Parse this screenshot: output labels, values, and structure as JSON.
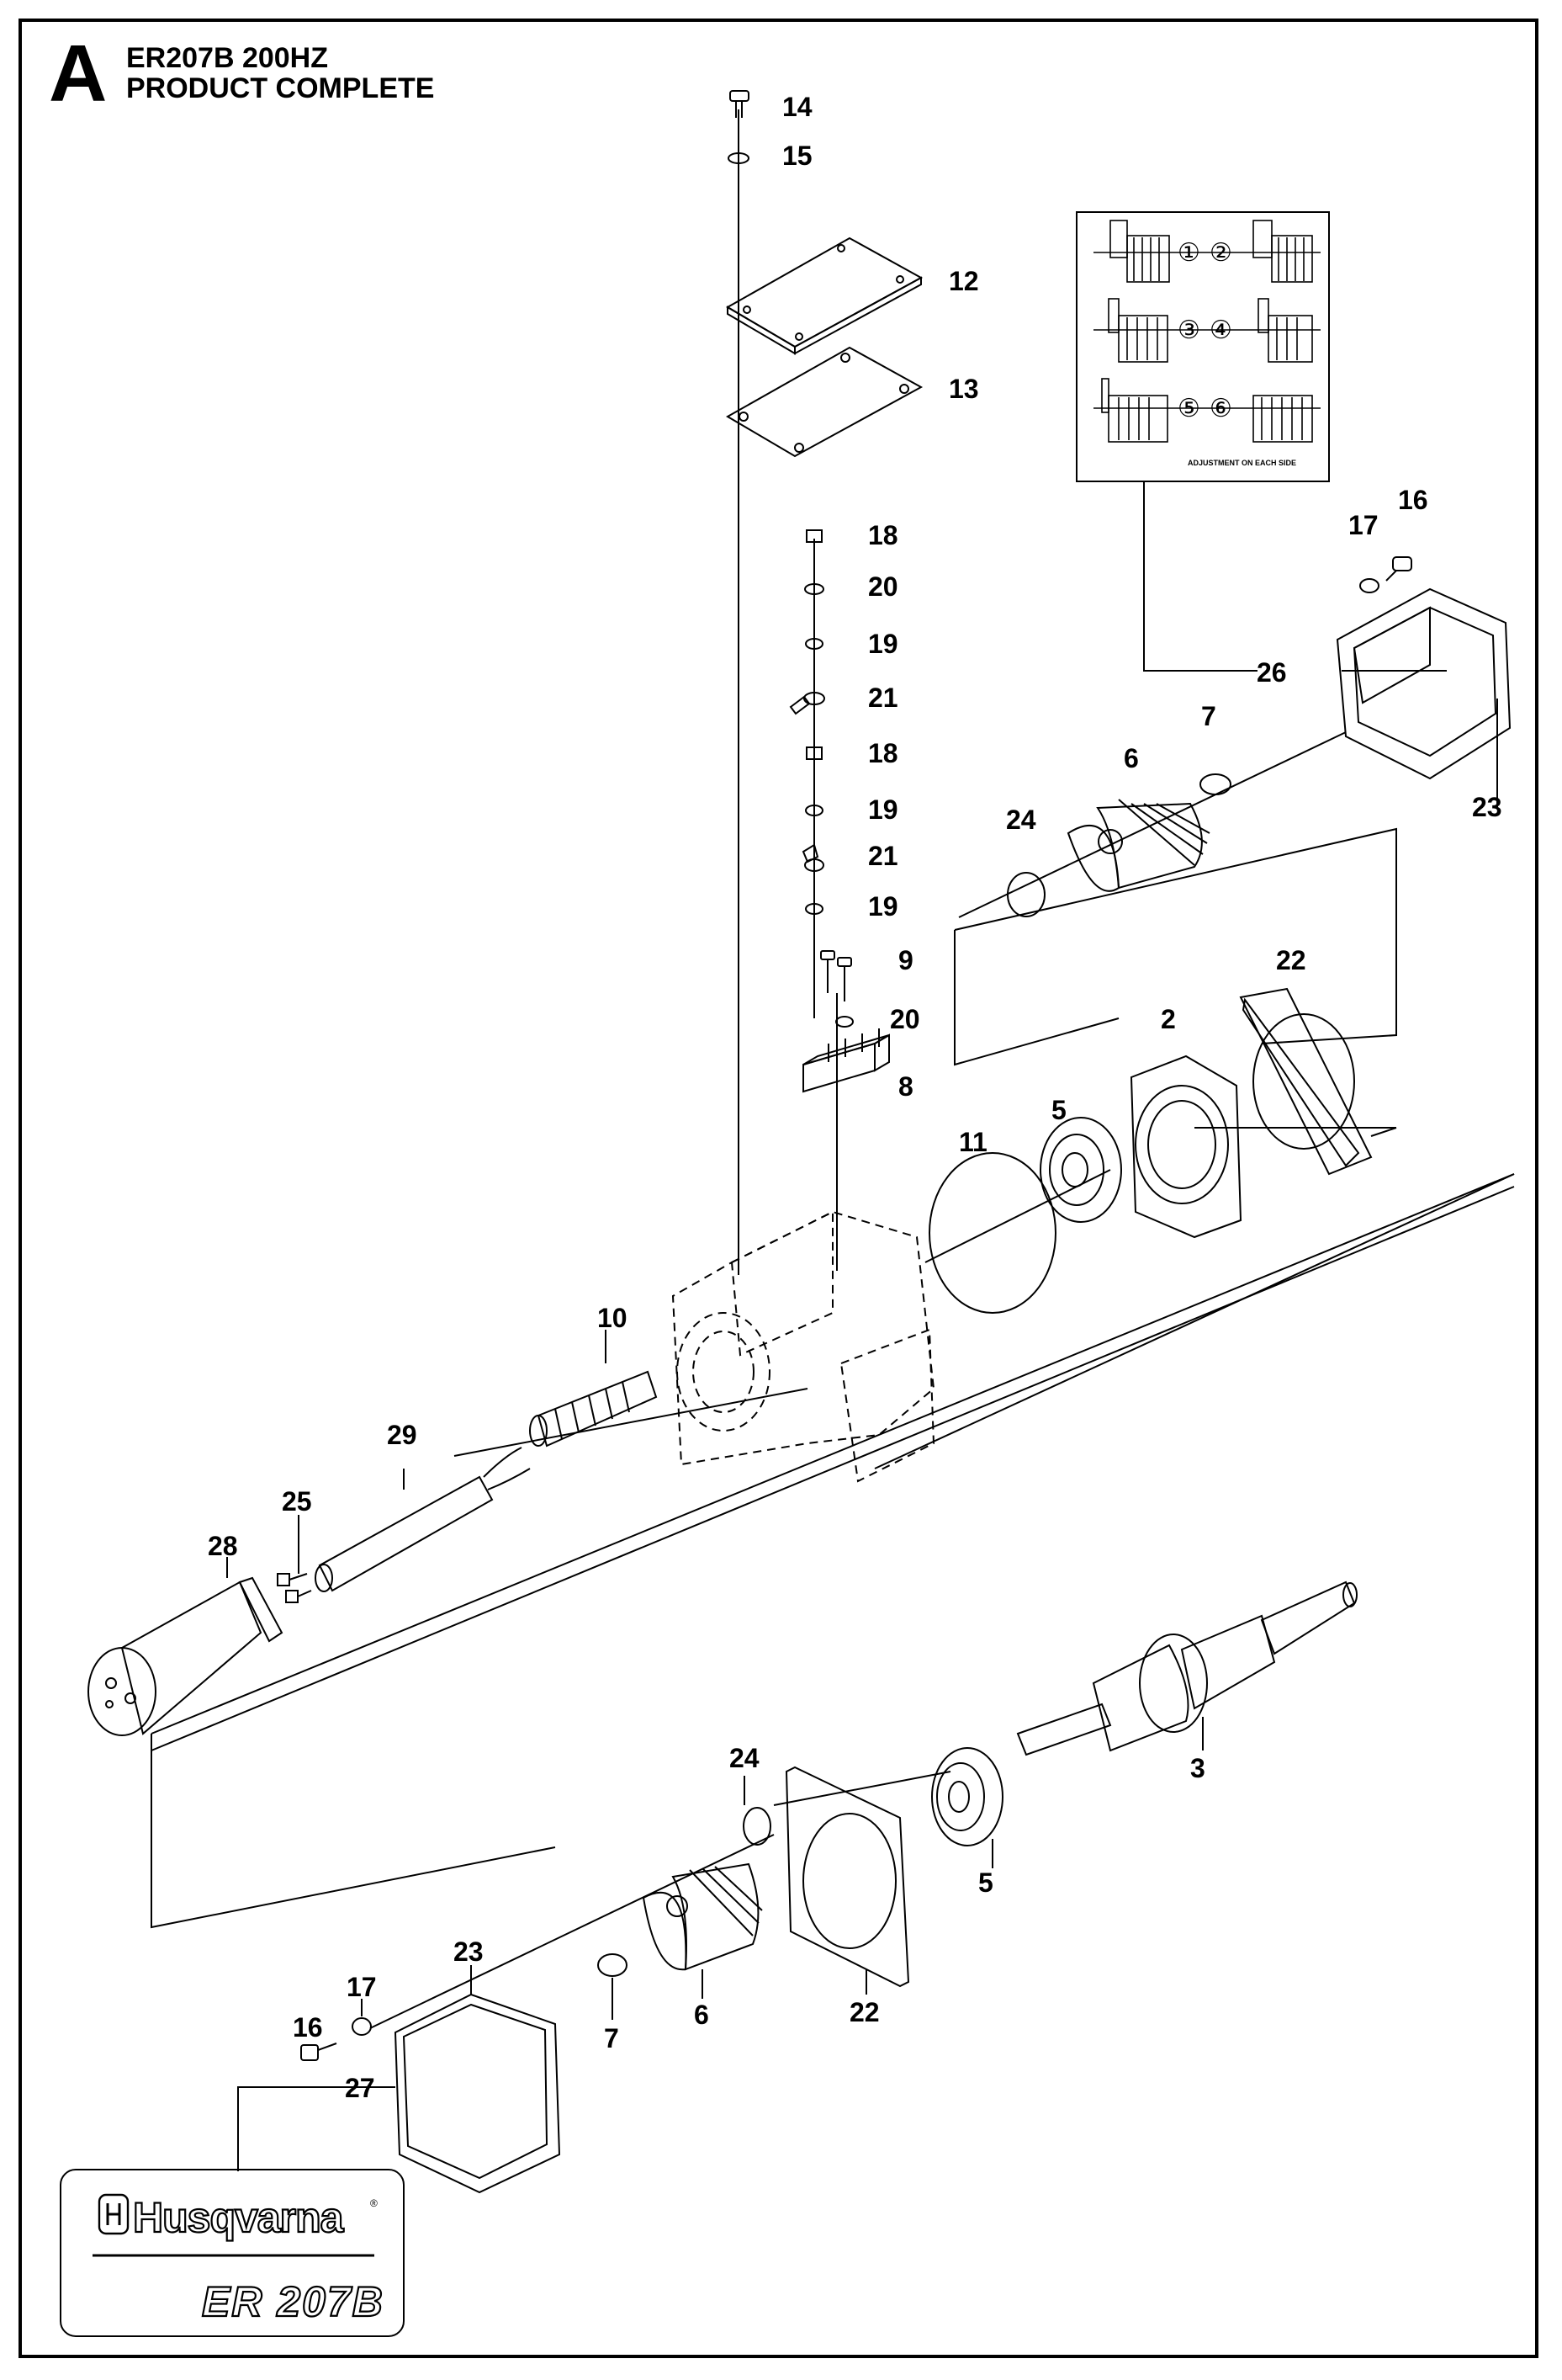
{
  "header": {
    "section_letter": "A",
    "model_line": "ER207B 200HZ",
    "title_line": "PRODUCT COMPLETE"
  },
  "callouts": {
    "c14": "14",
    "c15": "15",
    "c12": "12",
    "c13": "13",
    "c18a": "18",
    "c20a": "20",
    "c19a": "19",
    "c21a": "21",
    "c18b": "18",
    "c19b": "19",
    "c21b": "21",
    "c19c": "19",
    "c9": "9",
    "c20b": "20",
    "c8": "8",
    "c16a": "16",
    "c17a": "17",
    "c26": "26",
    "c23a": "23",
    "c7a": "7",
    "c6a": "6",
    "c24a": "24",
    "c22a": "22",
    "c2": "2",
    "c5a": "5",
    "c11": "11",
    "c10": "10",
    "c29": "29",
    "c25": "25",
    "c28": "28",
    "c3": "3",
    "c5b": "5",
    "c24b": "24",
    "c22b": "22",
    "c23b": "23",
    "c17b": "17",
    "c16b": "16",
    "c7b": "7",
    "c6b": "6",
    "c27": "27"
  },
  "adjustment_chart": {
    "markers": [
      "①",
      "②",
      "③",
      "④",
      "⑤",
      "⑥"
    ],
    "caption": "ADJUSTMENT ON EACH SIDE"
  },
  "decal": {
    "brand": "Husqvarna",
    "registered_mark": "®",
    "model": "ER 207B"
  }
}
